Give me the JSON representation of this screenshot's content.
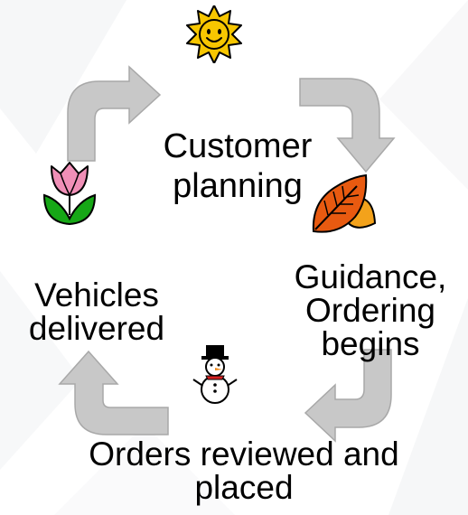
{
  "diagram": {
    "labels": {
      "customer_planning_line1": "Customer",
      "customer_planning_line2": "planning",
      "guidance_line1": "Guidance,",
      "guidance_line2": "Ordering",
      "guidance_line3": "begins",
      "orders_line1": "Orders reviewed and",
      "orders_line2": "placed",
      "vehicles_line1": "Vehicles",
      "vehicles_line2": "delivered"
    },
    "icons": {
      "sun": "sun-with-face-icon",
      "leaf": "fallen-leaf-icon",
      "snowman": "snowman-icon",
      "tulip": "tulip-icon"
    },
    "colors": {
      "arrow_fill": "#c8c8c8",
      "arrow_stroke": "#a8a8a8",
      "text": "#000000"
    }
  }
}
